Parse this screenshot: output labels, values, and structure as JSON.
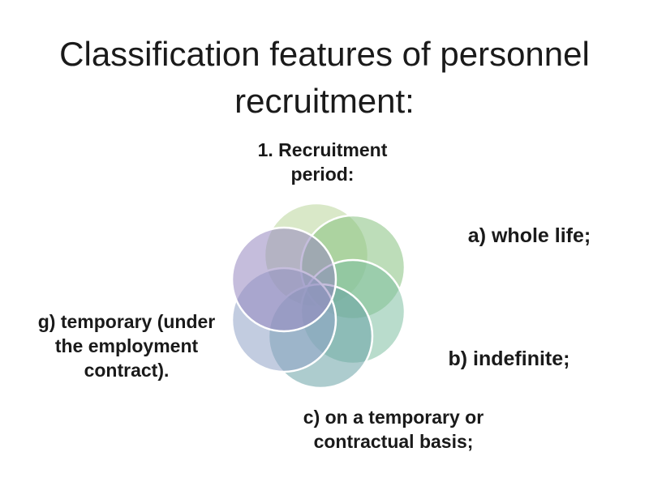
{
  "title": {
    "line1": "Classification features of personnel",
    "line2": "recruitment:"
  },
  "diagram": {
    "heading_line1": "1. Recruitment",
    "heading_line2": "period:",
    "items": [
      {
        "line1": "a) whole life;"
      },
      {
        "line1": "b) indefinite;"
      },
      {
        "line1": "c) on a temporary or",
        "line2": "contractual basis;"
      },
      {
        "line1": "g) temporary (under",
        "line2": "the employment",
        "line3": "contract)."
      }
    ],
    "circle_colors": [
      "#b9d69a",
      "#86c17f",
      "#7fbfa3",
      "#6aa3a6",
      "#8fa3c6",
      "#9687bf"
    ]
  }
}
